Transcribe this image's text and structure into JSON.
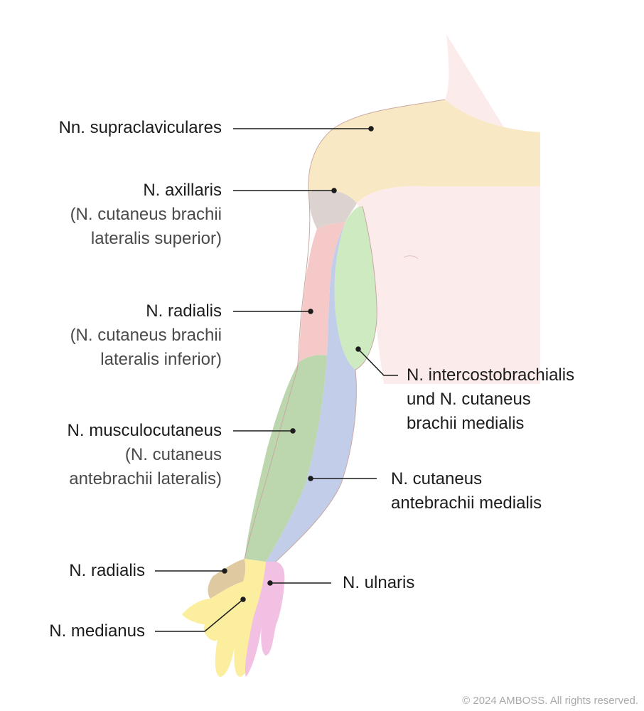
{
  "labels": {
    "supraclav": {
      "main": "Nn. supraclaviculares"
    },
    "axillaris": {
      "main": "N. axillaris",
      "sub1": "(N. cutaneus brachii",
      "sub2": "lateralis superior)"
    },
    "radialis_arm": {
      "main": "N. radialis",
      "sub1": "(N. cutaneus brachii",
      "sub2": "lateralis inferior)"
    },
    "musculocut": {
      "main": "N. musculocutaneus",
      "sub1": "(N. cutaneus",
      "sub2": "antebrachii lateralis)"
    },
    "radialis_hand": {
      "main": "N. radialis"
    },
    "medianus": {
      "main": "N. medianus"
    },
    "intercosto": {
      "line1": "N. intercostobrachialis",
      "line2": "und N. cutaneus",
      "line3": "brachii medialis"
    },
    "cut_antebrachii": {
      "line1": "N. cutaneus",
      "line2": "antebrachii medialis"
    },
    "ulnaris": {
      "main": "N. ulnaris"
    }
  },
  "copyright": "© 2024 AMBOSS. All rights reserved.",
  "colors": {
    "skin": "#fbeceb",
    "supraclavicular": "#f8e9c4",
    "axillary": "#dcd3d0",
    "radial_arm": "#f6c9c9",
    "intercostobrachial": "#cdeac1",
    "medial_cutaneous": "#c2cde9",
    "musculocutaneous": "#bcd6ad",
    "radial_hand": "#dec9a1",
    "median": "#fbef9f",
    "ulnar": "#f1c0e2",
    "outline": "#c9a8a4",
    "leader": "#1c1c1c"
  }
}
